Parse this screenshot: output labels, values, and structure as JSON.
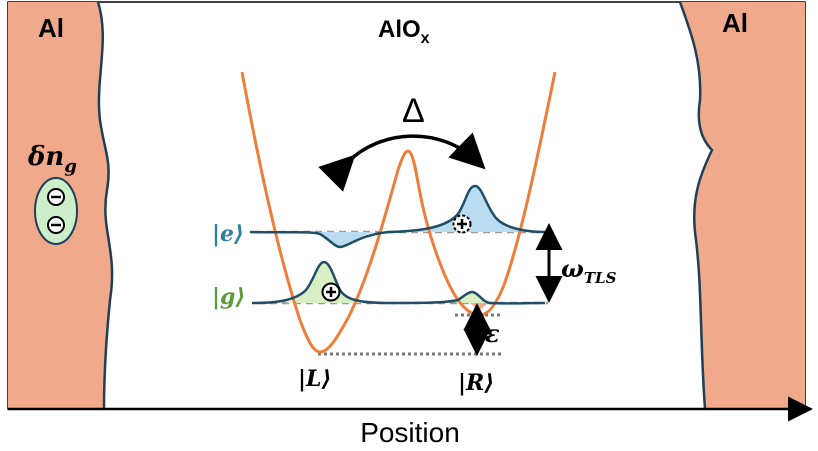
{
  "labels": {
    "electrode_left": "Al",
    "electrode_right": "Al",
    "oxide_main": "AlO",
    "oxide_sub": "x",
    "tunneling": "Δ",
    "charge_noise_main": "δn",
    "charge_noise_sub": "g",
    "excited_state": "|e⟩",
    "ground_state": "|g⟩",
    "left_well": "|L⟩",
    "right_well": "|R⟩",
    "energy_splitting_main": "ω",
    "energy_splitting_sub": "TLS",
    "asymmetry": "ε",
    "x_axis": "Position"
  },
  "charges": {
    "negative_symbol": "⊖",
    "positive_symbol": "⊕"
  },
  "colors": {
    "electrode_fill": "#f0a98a",
    "electrode_edge": "#1f3f55",
    "potential_curve": "#ed7d3a",
    "wavefunction_line": "#1f4e66",
    "excited_fill": "#b9dcf0",
    "ground_fill": "#d8efc4",
    "excited_label": "#2e7fa3",
    "ground_label": "#5d9a3a",
    "charge_fill": "#cdeeca",
    "level_dash": "#9a9a9a",
    "arrow": "#000000"
  }
}
